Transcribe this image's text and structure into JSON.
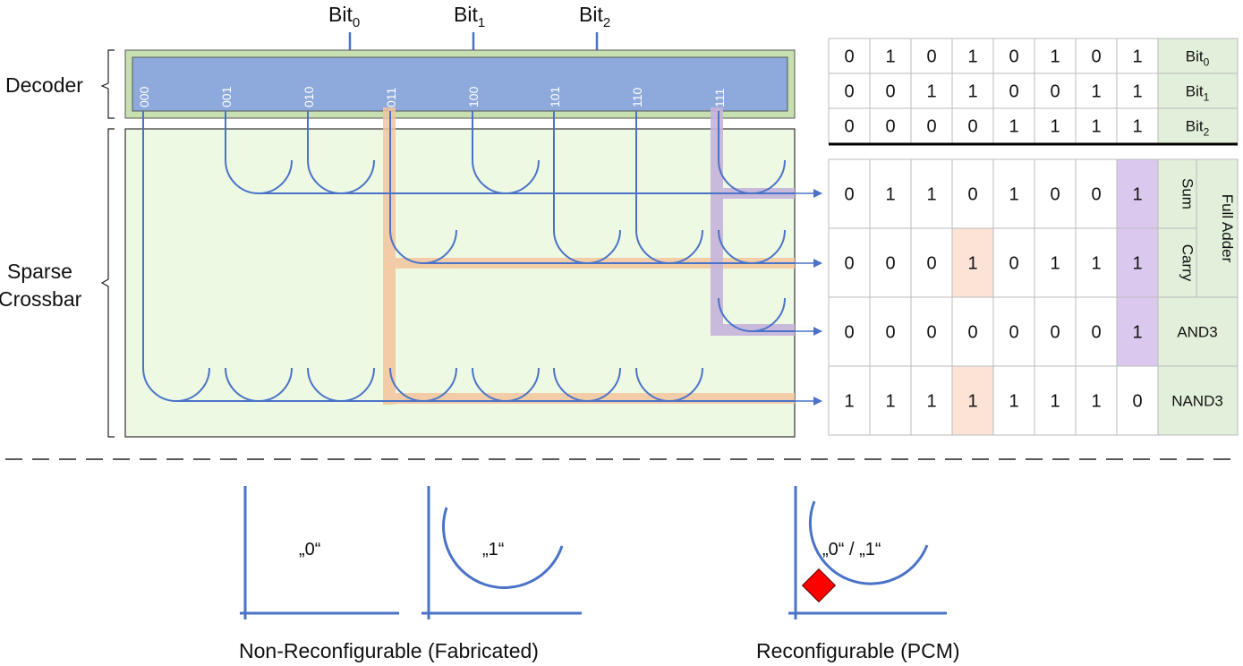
{
  "colors": {
    "wire": "#4a73c8",
    "decoder_fill": "#8eaadc",
    "decoder_frame": "#c8dfb2",
    "crossbar_fill": "#eef9e4",
    "label_cell": "#e2efda",
    "orange_path": "#f2c59d",
    "purple_path": "#c6b4dc",
    "purple_cell": "#dbc8ef",
    "orange_cell": "#fbe3d6",
    "memristor": "#ff0000"
  },
  "labels": {
    "decoder": "Decoder",
    "sparse_crossbar_line1": "Sparse",
    "sparse_crossbar_line2": "Crossbar"
  },
  "bit_inputs": [
    {
      "name": "Bit",
      "sub": "0"
    },
    {
      "name": "Bit",
      "sub": "1"
    },
    {
      "name": "Bit",
      "sub": "2"
    }
  ],
  "decoder_outputs": [
    "000",
    "001",
    "010",
    "011",
    "100",
    "101",
    "110",
    "111"
  ],
  "crossbar_pattern": [
    [
      0,
      1,
      1,
      0,
      1,
      0,
      0,
      1
    ],
    [
      0,
      0,
      0,
      1,
      0,
      1,
      1,
      1
    ],
    [
      0,
      0,
      0,
      0,
      0,
      0,
      0,
      1
    ],
    [
      1,
      1,
      1,
      1,
      1,
      1,
      1,
      0
    ]
  ],
  "input_table": {
    "rows": [
      {
        "values": [
          "0",
          "1",
          "0",
          "1",
          "0",
          "1",
          "0",
          "1"
        ],
        "label": "Bit",
        "sub": "0"
      },
      {
        "values": [
          "0",
          "0",
          "1",
          "1",
          "0",
          "0",
          "1",
          "1"
        ],
        "label": "Bit",
        "sub": "1"
      },
      {
        "values": [
          "0",
          "0",
          "0",
          "0",
          "1",
          "1",
          "1",
          "1"
        ],
        "label": "Bit",
        "sub": "2"
      }
    ]
  },
  "output_table": {
    "rows": [
      {
        "values": [
          "0",
          "1",
          "1",
          "0",
          "1",
          "0",
          "0",
          "1"
        ],
        "label": "Sum",
        "highlight": {
          "7": "purple"
        }
      },
      {
        "values": [
          "0",
          "0",
          "0",
          "1",
          "0",
          "1",
          "1",
          "1"
        ],
        "label": "Carry",
        "highlight": {
          "3": "orange",
          "7": "purple"
        }
      },
      {
        "values": [
          "0",
          "0",
          "0",
          "0",
          "0",
          "0",
          "0",
          "1"
        ],
        "label": "AND3",
        "highlight": {
          "7": "purple"
        }
      },
      {
        "values": [
          "1",
          "1",
          "1",
          "1",
          "1",
          "1",
          "1",
          "0"
        ],
        "label": "NAND3",
        "highlight": {
          "3": "orange"
        }
      }
    ],
    "group_label": "Full Adder"
  },
  "legend": {
    "zero_label": "„0“",
    "one_label": "„1“",
    "pcm_label": "„0“ / „1“",
    "non_reconfigurable_caption": "Non-Reconfigurable (Fabricated)",
    "reconfigurable_caption": "Reconfigurable (PCM)"
  }
}
